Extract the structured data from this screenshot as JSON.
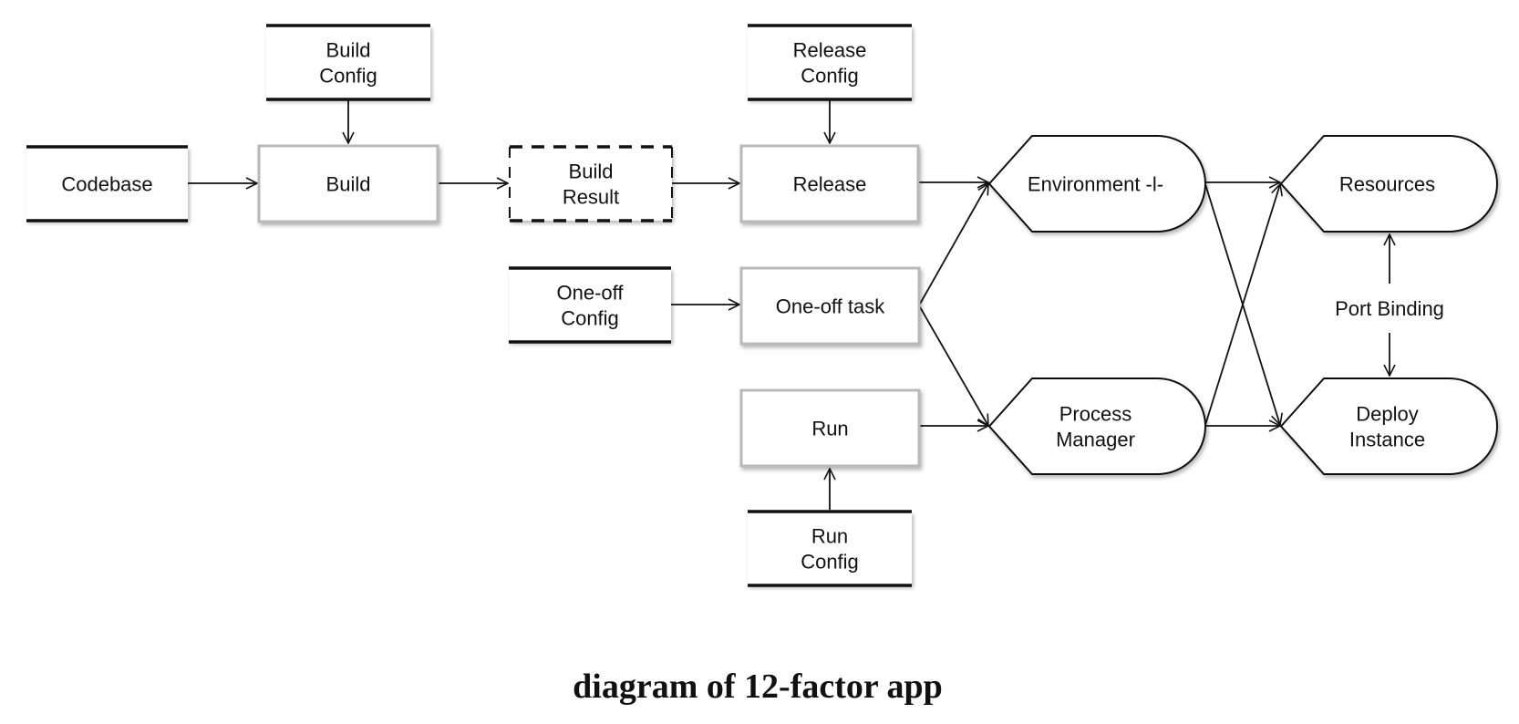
{
  "caption": "diagram of 12-factor app",
  "nodes": {
    "codebase": [
      "Codebase"
    ],
    "build_config": [
      "Build",
      "Config"
    ],
    "build": [
      "Build"
    ],
    "build_result": [
      "Build",
      "Result"
    ],
    "release_config": [
      "Release",
      "Config"
    ],
    "release": [
      "Release"
    ],
    "oneoff_config": [
      "One-off",
      "Config"
    ],
    "oneoff_task": [
      "One-off task"
    ],
    "run": [
      "Run"
    ],
    "run_config": [
      "Run",
      "Config"
    ],
    "environment": [
      "Environment -l-"
    ],
    "process_manager": [
      "Process",
      "Manager"
    ],
    "resources": [
      "Resources"
    ],
    "deploy_instance": [
      "Deploy",
      "Instance"
    ],
    "port_binding": [
      "Port Binding"
    ]
  },
  "edges": [
    [
      "codebase",
      "build"
    ],
    [
      "build_config",
      "build"
    ],
    [
      "build",
      "build_result"
    ],
    [
      "build_result",
      "release"
    ],
    [
      "release_config",
      "release"
    ],
    [
      "release",
      "environment"
    ],
    [
      "oneoff_config",
      "oneoff_task"
    ],
    [
      "oneoff_task",
      "environment"
    ],
    [
      "oneoff_task",
      "process_manager"
    ],
    [
      "run",
      "process_manager"
    ],
    [
      "run_config",
      "run"
    ],
    [
      "environment",
      "resources"
    ],
    [
      "environment",
      "deploy_instance"
    ],
    [
      "process_manager",
      "resources"
    ],
    [
      "process_manager",
      "deploy_instance"
    ],
    [
      "port_binding",
      "resources"
    ],
    [
      "port_binding",
      "deploy_instance"
    ]
  ]
}
